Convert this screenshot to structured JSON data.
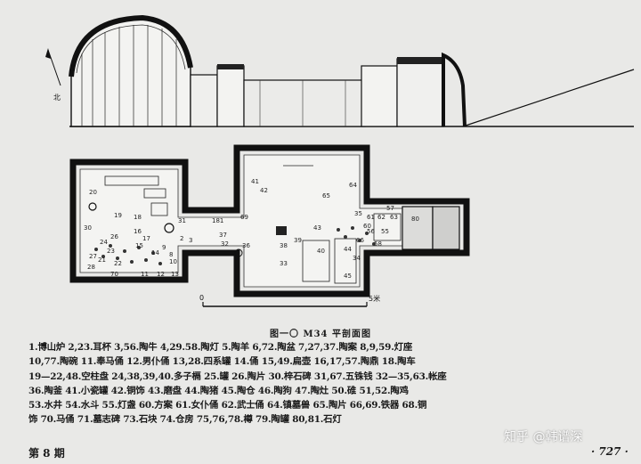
{
  "figure": {
    "north_label": "北",
    "scale_zero": "0",
    "scale_end": "5米",
    "caption": "图一〇 M34 平剖面图",
    "plan_numbers": [
      "41",
      "42",
      "65",
      "64",
      "43",
      "20",
      "19",
      "30",
      "18",
      "16",
      "17",
      "15",
      "31",
      "21",
      "22",
      "14",
      "26",
      "27",
      "24",
      "28",
      "23",
      "11",
      "12",
      "13",
      "9",
      "10",
      "2",
      "3",
      "8",
      "181",
      "69",
      "37",
      "38",
      "39",
      "32",
      "40",
      "36",
      "33",
      "44",
      "45",
      "35",
      "61",
      "62",
      "63",
      "56",
      "57",
      "80",
      "55",
      "60",
      "66",
      "58",
      "34",
      "70"
    ]
  },
  "legend": [
    "1.博山炉 2,23.耳杯 3,56.陶牛 4,29.58.陶灯 5.陶羊 6,72.陶盆 7,27,37.陶案 8,9,59.灯座",
    "10,77.陶碗 11.奉马俑 12.男仆俑 13,28.四系罐 14.俑 15,49.扁壶 16,17,57.陶鼎 18.陶车",
    "19—22,48.空柱盘 24,38,39,40.多子槅 25.罐 26.陶片 30.梓石碑 31,67.五铢钱 32—35,63.帐座",
    "36.陶釜 41.小瓷罐 42.铜饰 43.磨盘 44.陶猪 45.陶仓 46.陶狗 47.陶灶 50.碓 51,52.陶鸡",
    "53.水井 54.水斗 55.灯盏 60.方案 61.女仆俑 62.武士俑 64.镇墓兽 65.陶片 66,69.铁器 68.铜",
    "饰 70.马俑 71.墓志碑 73.石块 74.仓房 75,76,78.樽 79.陶罐 80,81.石灯"
  ],
  "footer": {
    "issue": "第 8 期",
    "page": "· 727 ·",
    "watermark": "知乎 @韩谱深"
  }
}
